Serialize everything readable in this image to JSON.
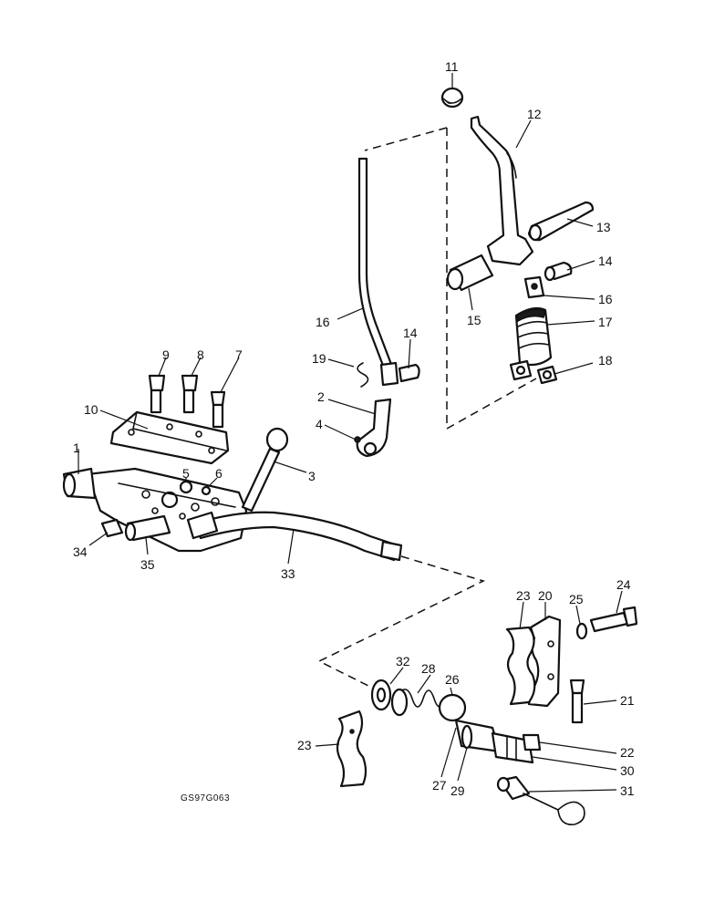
{
  "figure_code": "GS97G063",
  "callouts": {
    "c1": "1",
    "c2": "2",
    "c3": "3",
    "c4": "4",
    "c5": "5",
    "c6": "6",
    "c7": "7",
    "c8": "8",
    "c9": "9",
    "c10": "10",
    "c11": "11",
    "c12": "12",
    "c13": "13",
    "c14a": "14",
    "c14b": "14",
    "c15": "15",
    "c16a": "16",
    "c16b": "16",
    "c17": "17",
    "c18": "18",
    "c19": "19",
    "c20": "20",
    "c21": "21",
    "c22": "22",
    "c23a": "23",
    "c23b": "23",
    "c24": "24",
    "c25": "25",
    "c26": "26",
    "c27": "27",
    "c28": "28",
    "c29": "29",
    "c30": "30",
    "c31": "31",
    "c32": "32",
    "c33": "33",
    "c34": "34",
    "c35": "35"
  }
}
